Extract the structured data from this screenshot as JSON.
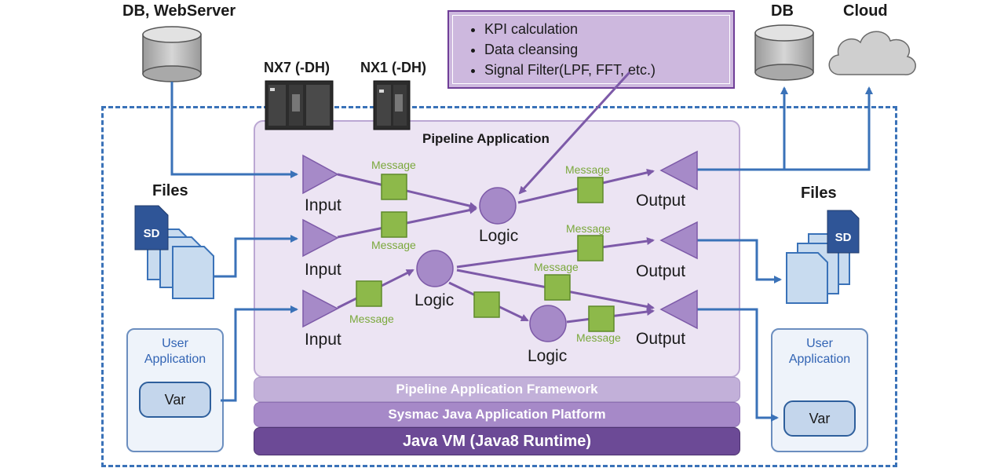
{
  "sources": {
    "db_webserver": "DB, WebServer",
    "db": "DB",
    "cloud": "Cloud",
    "files_left": "Files",
    "files_right": "Files",
    "sd_badge": "SD"
  },
  "controllers": {
    "nx7": "NX7 (-DH)",
    "nx1": "NX1 (-DH)"
  },
  "callout": {
    "items": [
      "KPI calculation",
      "Data cleansing",
      "Signal Filter(LPF, FFT, etc.)"
    ]
  },
  "pipeline": {
    "title": "Pipeline Application",
    "inputs": [
      "Input",
      "Input",
      "Input"
    ],
    "logics": [
      "Logic",
      "Logic",
      "Logic"
    ],
    "outputs": [
      "Output",
      "Output",
      "Output"
    ],
    "message": "Message"
  },
  "layers": {
    "framework": "Pipeline Application Framework",
    "platform": "Sysmac Java Application Platform",
    "vm": "Java VM (Java8 Runtime)"
  },
  "user_app": {
    "left_title": "User\nApplication",
    "right_title": "User\nApplication",
    "var_left": "Var",
    "var_right": "Var"
  },
  "colors": {
    "purple_node": "#a68ac8",
    "message_green": "#8db94a",
    "arrow_blue": "#3a72b8",
    "dashed_border": "#3a72b8",
    "pipeline_bg": "#ece4f3",
    "vm_bar": "#6c4a96"
  }
}
